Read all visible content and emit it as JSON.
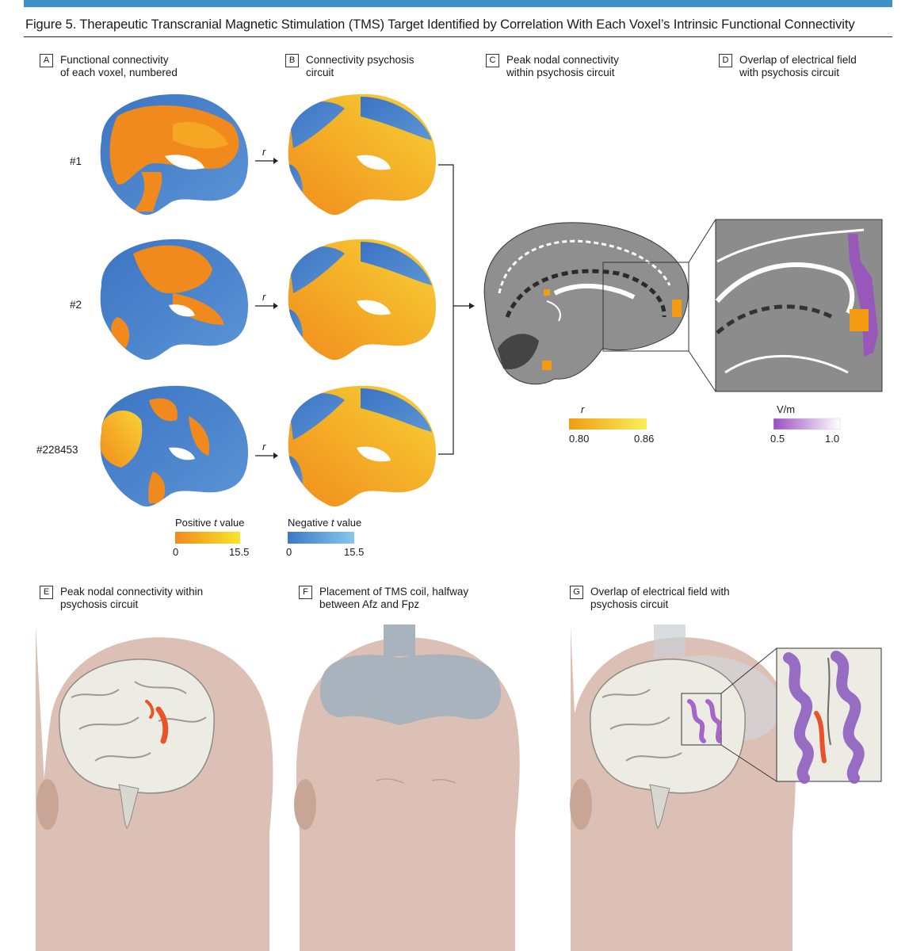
{
  "figure": {
    "title": "Figure 5. Therapeutic Transcranial Magnetic Stimulation (TMS) Target Identified by Correlation With Each Voxel’s Intrinsic Functional Connectivity"
  },
  "panels": {
    "A": {
      "letter": "A",
      "label": "Functional connectivity\nof each voxel, numbered"
    },
    "B": {
      "letter": "B",
      "label": "Connectivity psychosis\ncircuit"
    },
    "C": {
      "letter": "C",
      "label": "Peak nodal connectivity\nwithin psychosis circuit"
    },
    "D": {
      "letter": "D",
      "label": "Overlap of electrical field\nwith psychosis circuit"
    },
    "E": {
      "letter": "E",
      "label": "Peak nodal connectivity within\npsychosis circuit"
    },
    "F": {
      "letter": "F",
      "label": "Placement of TMS coil, halfway\nbetween Afz and Fpz"
    },
    "G": {
      "letter": "G",
      "label": "Overlap of electrical field with\npsychosis circuit"
    }
  },
  "voxels": [
    "#1",
    "#2",
    "#228453"
  ],
  "arrow_symbol": "r",
  "legends": {
    "positive": {
      "title_pre": "Positive ",
      "title_italic": "t",
      "title_post": " value",
      "min": "0",
      "max": "15.5",
      "color_from": "#f08a1c",
      "color_to": "#f7e62a"
    },
    "negative": {
      "title_pre": "Negative ",
      "title_italic": "t",
      "title_post": " value",
      "min": "0",
      "max": "15.5",
      "color_from": "#3c78c8",
      "color_to": "#86c8ec"
    },
    "r": {
      "title": "r",
      "min": "0.80",
      "max": "0.86",
      "color_from": "#f39c12",
      "color_to": "#f9ef5a"
    },
    "vm": {
      "title": "V/m",
      "min": "0.5",
      "max": "1.0",
      "color_from": "#9a4fc2",
      "color_to": "#ffffff"
    }
  },
  "colors": {
    "accent_bar": "#3f8fc8",
    "blue_map": "#4a7fc4",
    "orange_map": "#f08a1c",
    "skin": "#dcc0b5",
    "coil": "#a9b3bd"
  }
}
